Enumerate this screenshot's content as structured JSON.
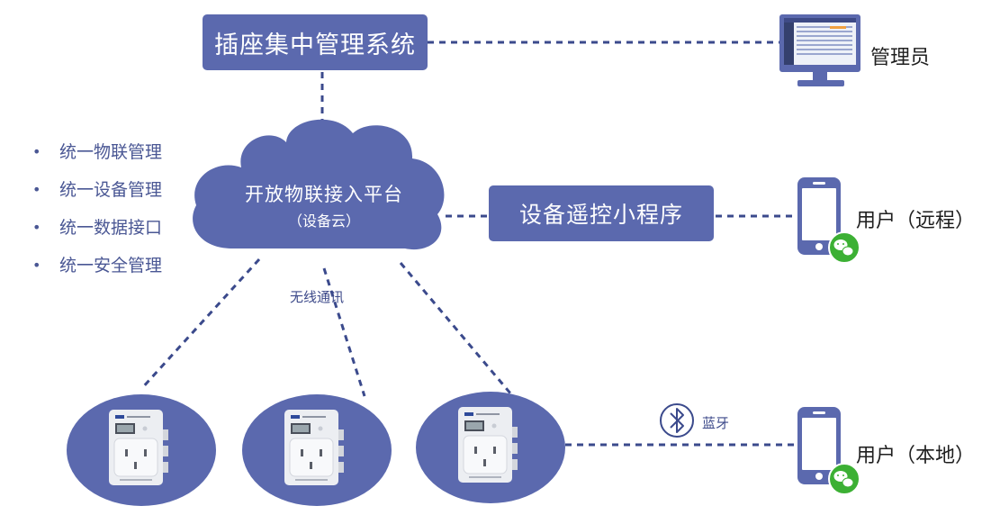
{
  "system": {
    "title": "插座集中管理系统"
  },
  "admin": {
    "label": "管理员"
  },
  "cloud": {
    "title": "开放物联接入平台",
    "subtitle": "（设备云）"
  },
  "features": [
    "统一物联管理",
    "统一设备管理",
    "统一数据接口",
    "统一安全管理"
  ],
  "mini_program": {
    "title": "设备遥控小程序"
  },
  "users": {
    "remote": "用户（远程）",
    "local": "用户（本地）"
  },
  "links": {
    "wireless": "无线通讯",
    "bluetooth": "蓝牙"
  },
  "colors": {
    "brand": "#5b69ae",
    "connector": "#3b4a8c",
    "wechat": "#3cb034"
  }
}
